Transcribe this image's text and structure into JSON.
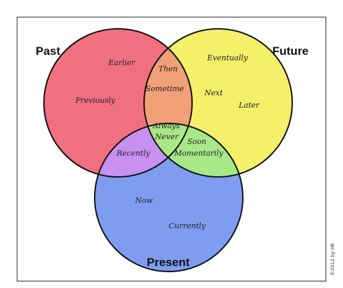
{
  "categories": {
    "past": "Past",
    "future": "Future",
    "present": "Present"
  },
  "regions": {
    "past_only": [
      "Earlier",
      "Previously"
    ],
    "future_only": [
      "Eventually",
      "Next",
      "Later"
    ],
    "present_only": [
      "Now",
      "Currently"
    ],
    "past_future": [
      "Then",
      "Sometime"
    ],
    "past_present": [
      "Recently"
    ],
    "future_present": [
      "Soon",
      "Momentarily"
    ],
    "all_three": [
      "Always",
      "Never"
    ]
  },
  "copyright": "©2012 by HK",
  "colors": {
    "past": "#f07080",
    "future": "#f4f06a",
    "present": "#7f9df0",
    "past_future": "#f2a078",
    "past_present": "#c890f0",
    "future_present": "#a8e888",
    "center": "#ffffff",
    "outline": "#111111",
    "frame": "#444444"
  }
}
